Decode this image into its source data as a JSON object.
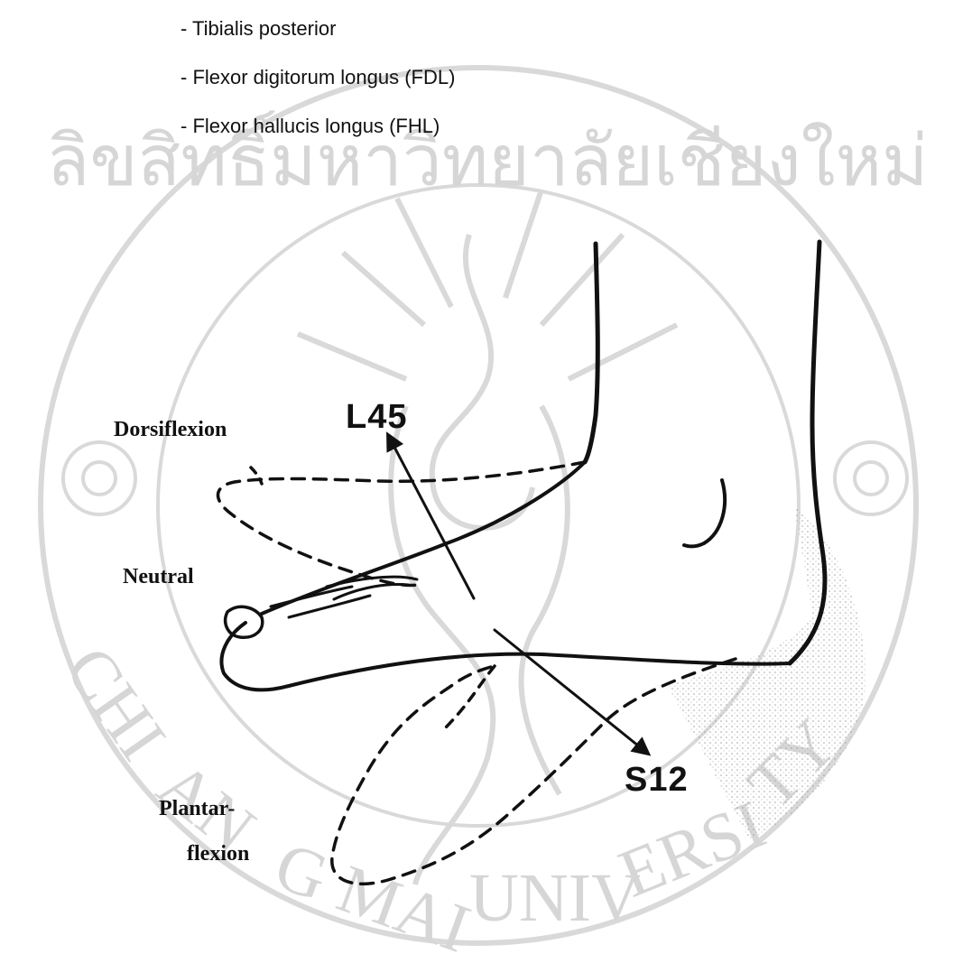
{
  "muscles": [
    "- Tibialis posterior",
    "- Flexor digitorum longus (FDL)",
    "- Flexor hallucis longus (FHL)"
  ],
  "figure": {
    "labels": {
      "dorsiflexion": "Dorsiflexion",
      "neutral": "Neutral",
      "plantar_1": "Plantar-",
      "plantar_2": "flexion",
      "l45": "L45",
      "s12": "S12"
    },
    "watermark": {
      "text_top": "ลิขสิทธิ์มหาวิทยาลัยเชียงใหม่",
      "text_bottom": "CHIANG MAI UNIVERSITY"
    }
  }
}
